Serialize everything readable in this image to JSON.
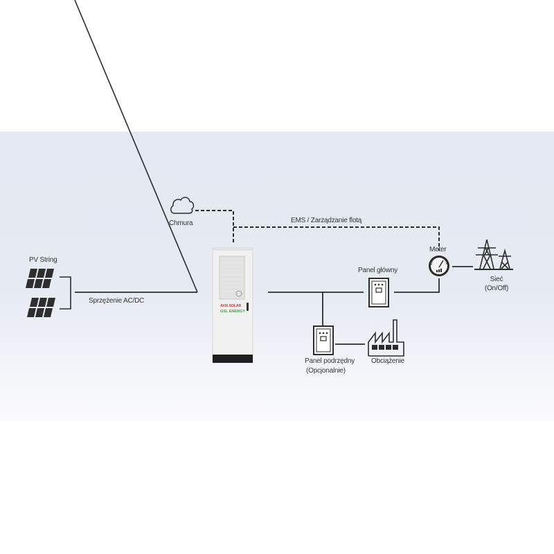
{
  "diagram": {
    "title": "",
    "colors": {
      "background_band": "#e4e9f2",
      "line": "#2b2b2b",
      "text": "#333333",
      "brand_red": "#e0262b",
      "brand_green": "#3aa53a"
    },
    "nodes": {
      "pv_string": {
        "label": "PV String",
        "icon": "solar-panel-icon"
      },
      "cloud": {
        "label": "Chmura",
        "icon": "cloud-icon"
      },
      "ems": {
        "label": "EMS / Zarządzanie flotą"
      },
      "coupling": {
        "label": "Sprzężenie AC/DC"
      },
      "cabinet": {
        "brand_line1": "AVIX SOLAR",
        "brand_line2": "GSL ENERGY",
        "icon": "battery-cabinet-icon"
      },
      "main_panel": {
        "label": "Panel główny",
        "icon": "electrical-panel-icon"
      },
      "meter": {
        "label": "Meter",
        "icon": "meter-gauge-icon"
      },
      "grid": {
        "label_line1": "Sieć",
        "label_line2": "(On/Off)",
        "icon": "power-tower-icon"
      },
      "sub_panel": {
        "label_line1": "Panel podrzędny",
        "label_line2": "(Opcjonalnie)",
        "icon": "electrical-panel-icon"
      },
      "load": {
        "label": "Obciążenie",
        "icon": "factory-icon"
      }
    },
    "edges": [
      {
        "from": "pv_string",
        "to": "cabinet",
        "style": "solid",
        "label": "Sprzężenie AC/DC"
      },
      {
        "from": "cloud",
        "to": "cabinet",
        "style": "dashed"
      },
      {
        "from": "cabinet",
        "to": "meter",
        "style": "dashed",
        "label": "EMS / Zarządzanie flotą"
      },
      {
        "from": "cabinet",
        "to": "main_panel",
        "style": "solid"
      },
      {
        "from": "main_panel",
        "to": "meter",
        "style": "solid"
      },
      {
        "from": "meter",
        "to": "grid",
        "style": "solid"
      },
      {
        "from": "cabinet",
        "to": "sub_panel",
        "style": "solid"
      },
      {
        "from": "sub_panel",
        "to": "load",
        "style": "solid"
      }
    ]
  }
}
